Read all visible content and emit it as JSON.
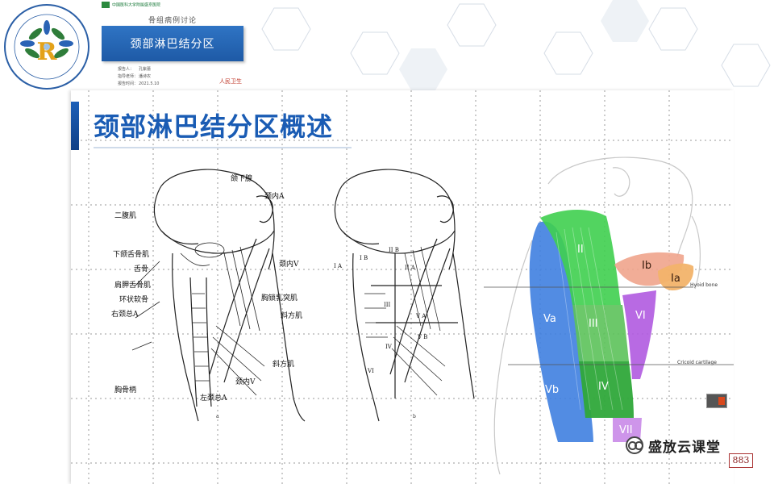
{
  "header": {
    "hospital_banner": "中国医科大学附属盛京医院",
    "discussion_title": "骨组病例讨论",
    "card_title": "颈部淋巴结分区",
    "meta": [
      {
        "key": "报告人：",
        "value": "孔紫蕾"
      },
      {
        "key": "指导老师：",
        "value": "潘诗农"
      },
      {
        "key": "报告时间：",
        "value": "2021.5.10"
      }
    ]
  },
  "slide": {
    "title": "颈部淋巴结分区概述",
    "figure_a": {
      "labels": [
        "颌下腺",
        "颈内A",
        "二腹肌",
        "下颌舌骨肌",
        "舌骨",
        "肩胛舌骨肌",
        "环状软骨",
        "右颈总A",
        "颈内V",
        "胸锁乳突肌",
        "斜方肌",
        "斜方肌",
        "颈内V",
        "胸骨柄",
        "左颈总A"
      ],
      "caption": "a"
    },
    "figure_b": {
      "labels": [
        "I A",
        "I B",
        "II B",
        "II A",
        "III",
        "V A",
        "V B",
        "IV",
        "VI"
      ],
      "caption": "b"
    },
    "figure_c": {
      "zones": [
        "II",
        "Ib",
        "Ia",
        "Va",
        "III",
        "VI",
        "Vb",
        "IV",
        "VII"
      ],
      "annotations": [
        "Hyoid bone",
        "Cricoid cartilage"
      ]
    }
  },
  "watermark": {
    "text": "盛放云课堂"
  },
  "seal": {
    "text": "883"
  },
  "colors": {
    "title_blue": "#1a5cb4",
    "card_blue": "#2f74c4",
    "zone_II": "#3fcf4f",
    "zone_V": "#3f7fe0",
    "zone_III": "#5cc25a",
    "zone_IV": "#2fa83a",
    "zone_VI": "#b05ae0",
    "zone_VII": "#c98ae8",
    "zone_Ib": "#f0a48c",
    "zone_Ia": "#f2b36a"
  }
}
